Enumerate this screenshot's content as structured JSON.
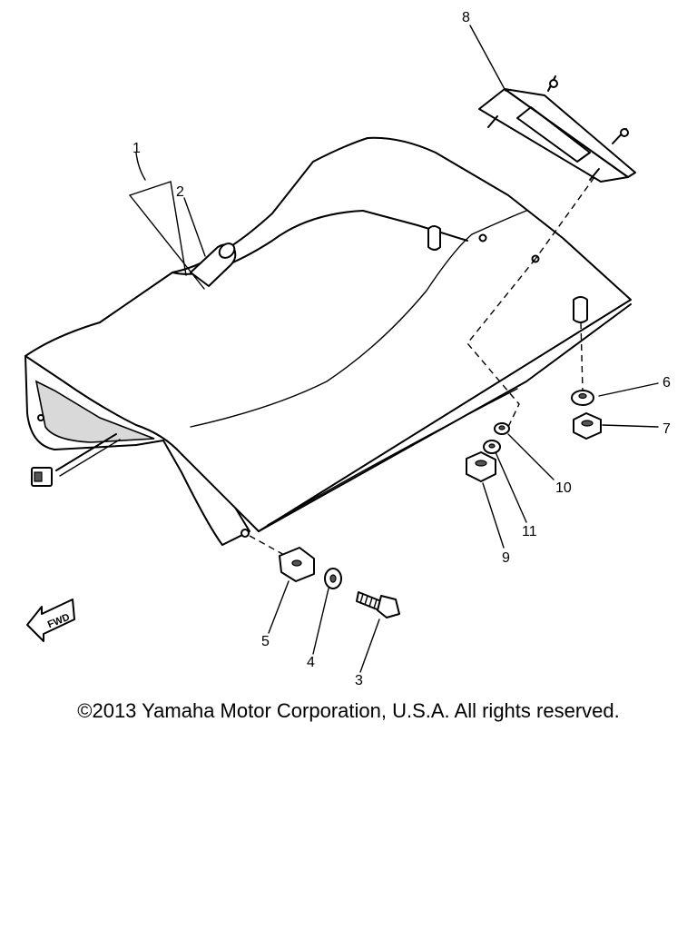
{
  "callouts": [
    "1",
    "2",
    "3",
    "4",
    "5",
    "6",
    "7",
    "8",
    "9",
    "10",
    "11"
  ],
  "fwd_label": "FWD",
  "copyright": "©2013 Yamaha Motor Corporation, U.S.A. All rights reserved."
}
